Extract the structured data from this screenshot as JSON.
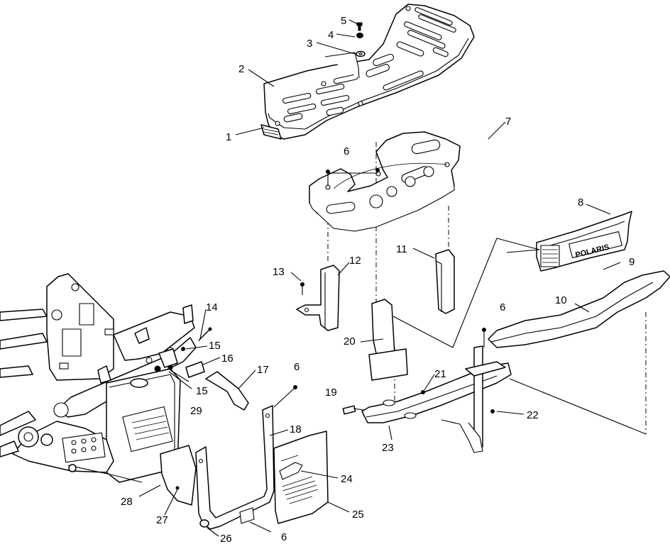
{
  "diagram": {
    "callouts": [
      {
        "id": "c1",
        "text": "1"
      },
      {
        "id": "c2",
        "text": "2"
      },
      {
        "id": "c3",
        "text": "3"
      },
      {
        "id": "c4",
        "text": "4"
      },
      {
        "id": "c5",
        "text": "5"
      },
      {
        "id": "c6a",
        "text": "6"
      },
      {
        "id": "c7",
        "text": "7"
      },
      {
        "id": "c8",
        "text": "8"
      },
      {
        "id": "c9",
        "text": "9"
      },
      {
        "id": "c10",
        "text": "10"
      },
      {
        "id": "c11",
        "text": "11"
      },
      {
        "id": "c12",
        "text": "12"
      },
      {
        "id": "c13",
        "text": "13"
      },
      {
        "id": "c14",
        "text": "14"
      },
      {
        "id": "c15a",
        "text": "15"
      },
      {
        "id": "c15b",
        "text": "15"
      },
      {
        "id": "c16",
        "text": "16"
      },
      {
        "id": "c17",
        "text": "17"
      },
      {
        "id": "c6b",
        "text": "6"
      },
      {
        "id": "c18",
        "text": "18"
      },
      {
        "id": "c6c",
        "text": "6"
      },
      {
        "id": "c19",
        "text": "19"
      },
      {
        "id": "c20",
        "text": "20"
      },
      {
        "id": "c21",
        "text": "21"
      },
      {
        "id": "c22",
        "text": "22"
      },
      {
        "id": "c23",
        "text": "23"
      },
      {
        "id": "c24",
        "text": "24"
      },
      {
        "id": "c25",
        "text": "25"
      },
      {
        "id": "c26",
        "text": "26"
      },
      {
        "id": "c27",
        "text": "27"
      },
      {
        "id": "c28",
        "text": "28"
      },
      {
        "id": "c29",
        "text": "29"
      },
      {
        "id": "c6d",
        "text": "6"
      }
    ],
    "grille_badge": "POLARIS"
  }
}
